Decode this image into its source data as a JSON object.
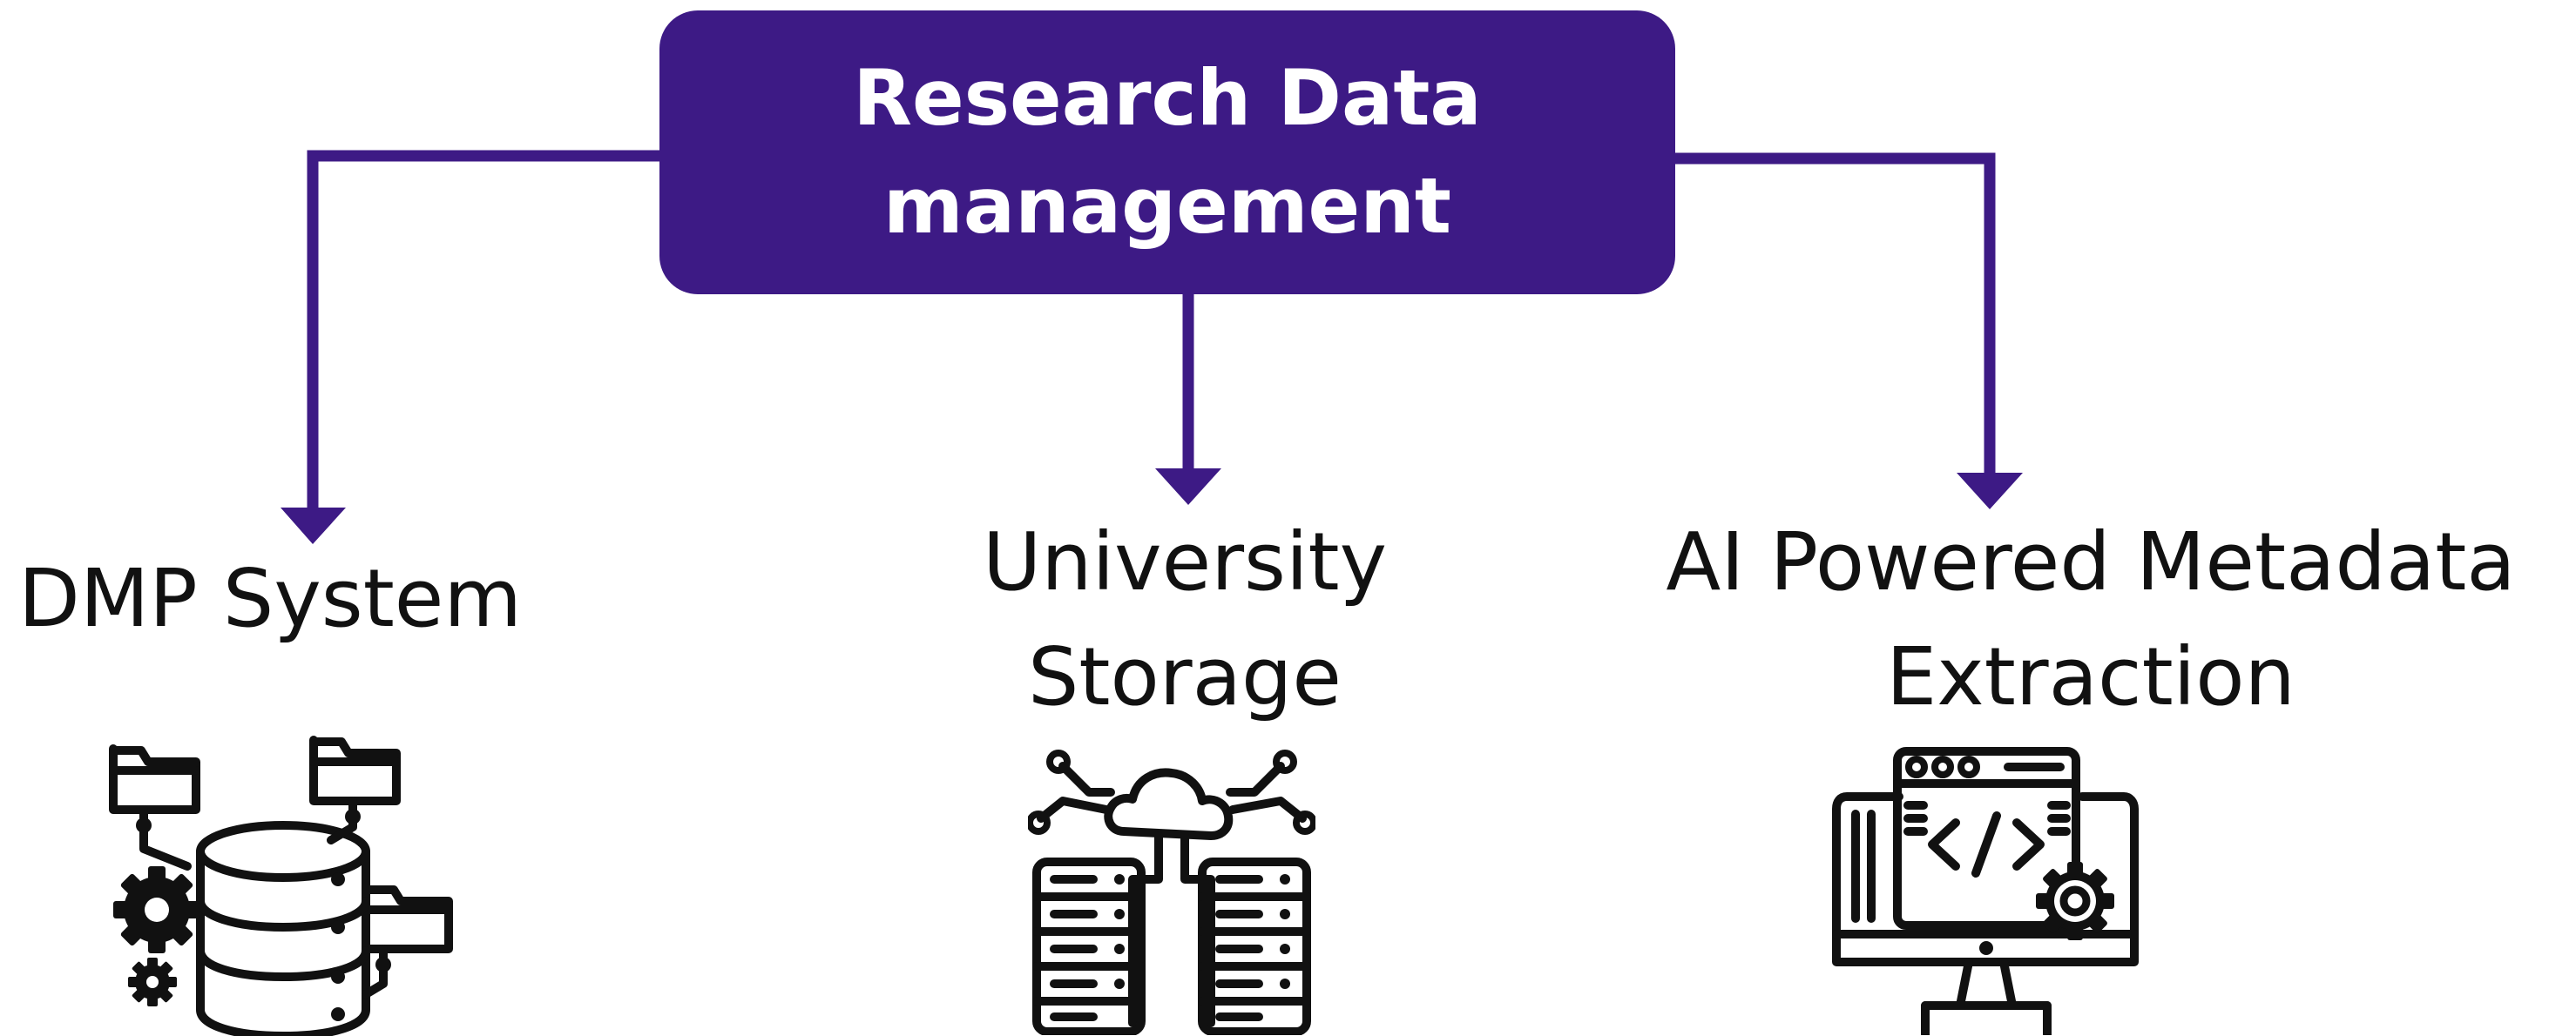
{
  "diagram": {
    "root": {
      "label": "Research Data\nmanagement"
    },
    "nodes": [
      {
        "id": "dmp",
        "label": "DMP System",
        "icon": "database-folders-gear-icon"
      },
      {
        "id": "storage",
        "label": "University\nStorage",
        "icon": "cloud-servers-icon"
      },
      {
        "id": "ai",
        "label": "AI Powered Metadata\nExtraction",
        "icon": "monitor-code-gear-icon"
      }
    ],
    "colors": {
      "accent": "#3d1a85",
      "text": "#111111",
      "icon": "#111111",
      "background": "#ffffff"
    }
  }
}
